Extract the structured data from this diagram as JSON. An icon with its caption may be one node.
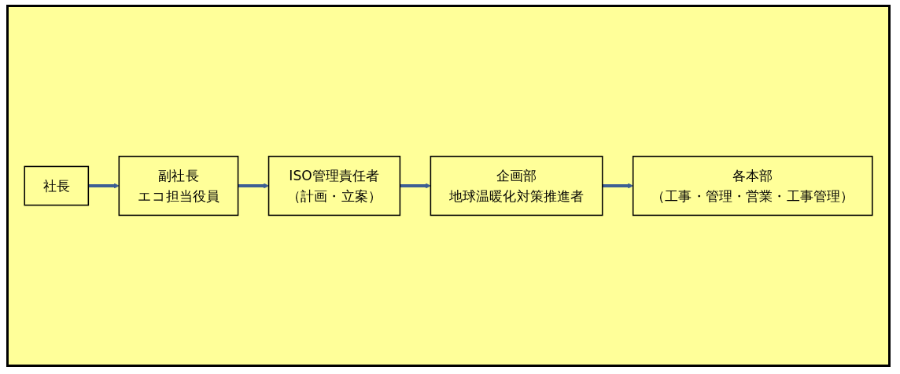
{
  "diagram": {
    "nodes": [
      {
        "text": [
          "社長"
        ]
      },
      {
        "text": [
          "副社長",
          "エコ担当役員"
        ]
      },
      {
        "text": [
          "ISO管理責任者",
          "（計画・立案）"
        ]
      },
      {
        "text": [
          "企画部",
          "地球温暖化対策推進者"
        ]
      },
      {
        "text": [
          "各本部",
          "（工事・管理・営業・工事管理）"
        ]
      }
    ],
    "edges": [
      {
        "from": 0,
        "to": 1,
        "arrow": "to"
      },
      {
        "from": 1,
        "to": 2,
        "arrow": "to"
      },
      {
        "from": 2,
        "to": 3,
        "arrow": "to"
      },
      {
        "from": 3,
        "to": 4,
        "arrow": "to"
      }
    ]
  }
}
